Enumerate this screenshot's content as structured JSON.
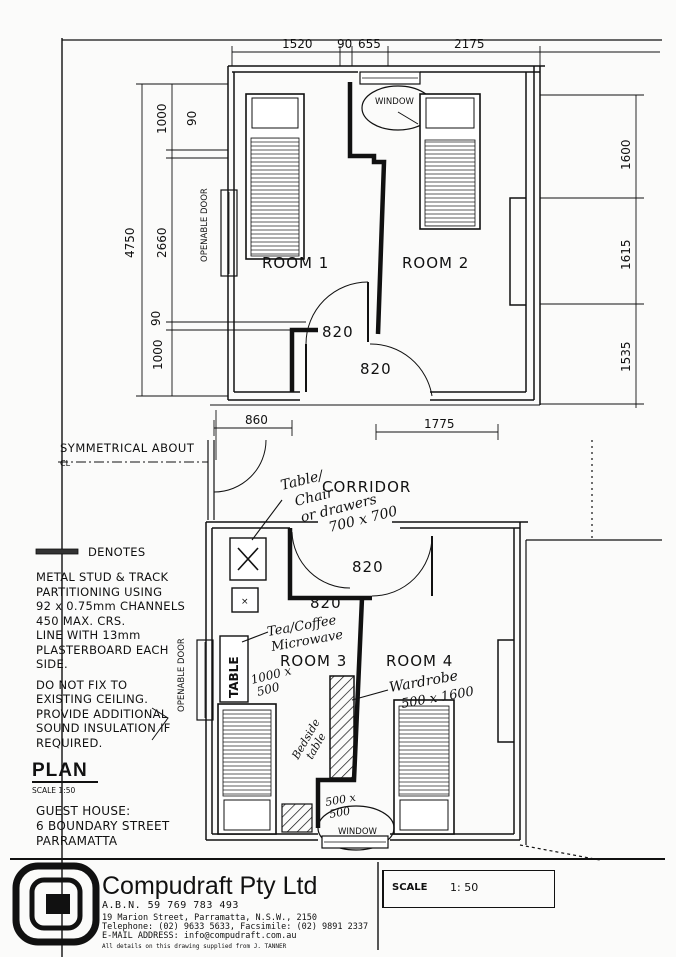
{
  "dimensions": {
    "top": [
      "1520",
      "90",
      "655",
      "2175"
    ],
    "left_outer": "4750",
    "left_inner": [
      "1000",
      "90",
      "2660",
      "90",
      "1000"
    ],
    "right": [
      "1600",
      "1615",
      "1535"
    ],
    "bottom": [
      "860",
      "1775"
    ]
  },
  "labels": {
    "window_top": "WINDOW",
    "window_bottom": "WINDOW",
    "openable_door_top": "OPENABLE DOOR",
    "openable_door_bottom": "OPENABLE DOOR",
    "room1": "ROOM 1",
    "room2": "ROOM 2",
    "room3": "ROOM 3",
    "room4": "ROOM 4",
    "corridor": "CORRIDOR",
    "door1": "820",
    "door2": "820",
    "door3": "820",
    "door4": "820",
    "symmetrical": "SYMMETRICAL ABOUT",
    "centreline": "CL",
    "table_box": "TABLE"
  },
  "handwritten": {
    "table_chair_1": "Table/",
    "table_chair_2": "Chair",
    "table_chair_3": "or drawers",
    "table_chair_4": "700 x 700",
    "tea_1": "Tea/Coffee",
    "tea_2": "Microwave",
    "table_size_1": "1000 x",
    "table_size_2": "500",
    "wardrobe_1": "Wardrobe",
    "wardrobe_2": "500 x 1600",
    "bedside_1": "Bedside",
    "bedside_2": "table",
    "bedside_size_1": "500 x",
    "bedside_size_2": "500"
  },
  "legend": {
    "denotes": "DENOTES",
    "lines": [
      "METAL STUD & TRACK",
      "PARTITIONING USING",
      "92 x 0.75mm CHANNELS",
      "450 MAX. CRS.",
      "LINE WITH 13mm",
      "PLASTERBOARD EACH",
      "SIDE.",
      "",
      "DO NOT FIX TO",
      "EXISTING CEILING.",
      "PROVIDE ADDITIONAL",
      "SOUND INSULATION IF",
      "REQUIRED."
    ]
  },
  "plan_title": "PLAN",
  "plan_scale": "SCALE 1:50",
  "project": [
    "GUEST HOUSE:",
    "6 BOUNDARY STREET",
    "PARRAMATTA"
  ],
  "title_block": {
    "company": "Compudraft Pty Ltd",
    "abn": "A.B.N.  59 769 783 493",
    "address": "19 Marion Street, Parramatta, N.S.W., 2150",
    "phone": "Telephone: (02) 9633 5633,  Facsimile: (02) 9891 2337",
    "email": "E-MAIL ADDRESS: info@compudraft.com.au",
    "note": "All details on this drawing supplied from  J. TANNER",
    "scale_label": "SCALE",
    "scale_value": "1: 50"
  }
}
